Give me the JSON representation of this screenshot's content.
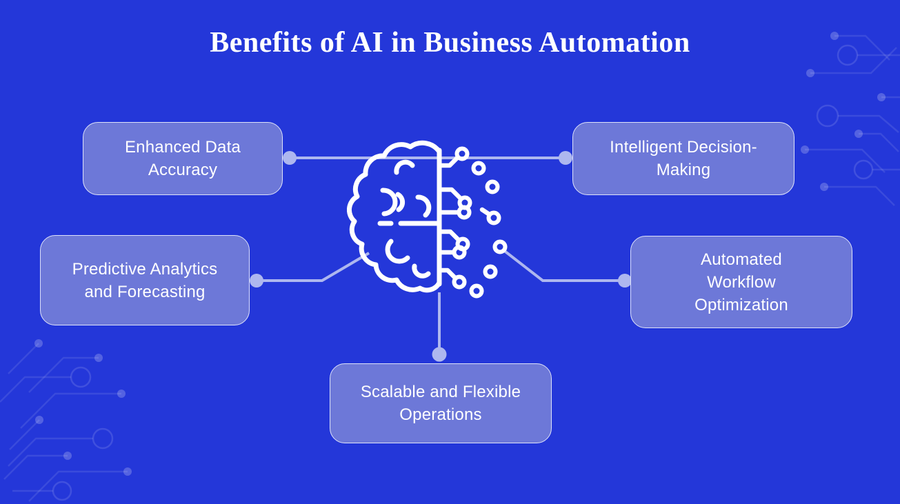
{
  "title": "Benefits of AI in Business Automation",
  "center": {
    "icon": "ai-brain-circuit-icon"
  },
  "nodes": [
    {
      "label": "Enhanced Data\nAccuracy",
      "position": "top-left"
    },
    {
      "label": "Intelligent Decision-\nMaking",
      "position": "top-right"
    },
    {
      "label": "Predictive Analytics\nand Forecasting",
      "position": "middle-left"
    },
    {
      "label": "Automated\nWorkflow\nOptimization",
      "position": "middle-right"
    },
    {
      "label": "Scalable and Flexible\nOperations",
      "position": "bottom-center"
    }
  ],
  "colors": {
    "background": "#2437d9",
    "node_fill": "#6d78d8",
    "node_border": "#dfe3fa",
    "connector": "#aeb7ef",
    "icon_stroke": "#ffffff",
    "title_text": "#ffffff",
    "node_text": "#ffffff"
  }
}
